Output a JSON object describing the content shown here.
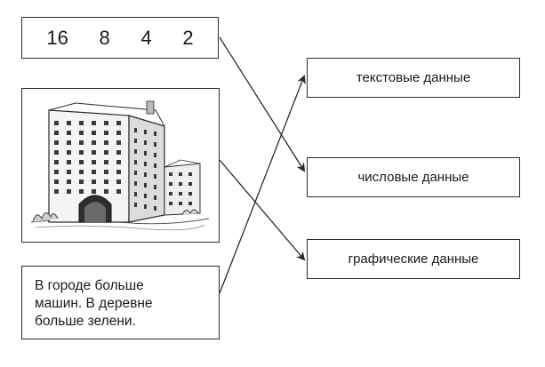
{
  "left_items": {
    "numbers": [
      "16",
      "8",
      "4",
      "2"
    ],
    "text_lines": [
      "В городе больше",
      "машин. В деревне",
      "больше зелени."
    ]
  },
  "right_items": {
    "text_data": "текстовые данные",
    "numeric_data": "числовые данные",
    "graphic_data": "графические данные"
  },
  "picture": {
    "icon": "building-illustration-icon"
  },
  "colors": {
    "line": "#2b2b2b",
    "window": "#3a3a3a"
  }
}
